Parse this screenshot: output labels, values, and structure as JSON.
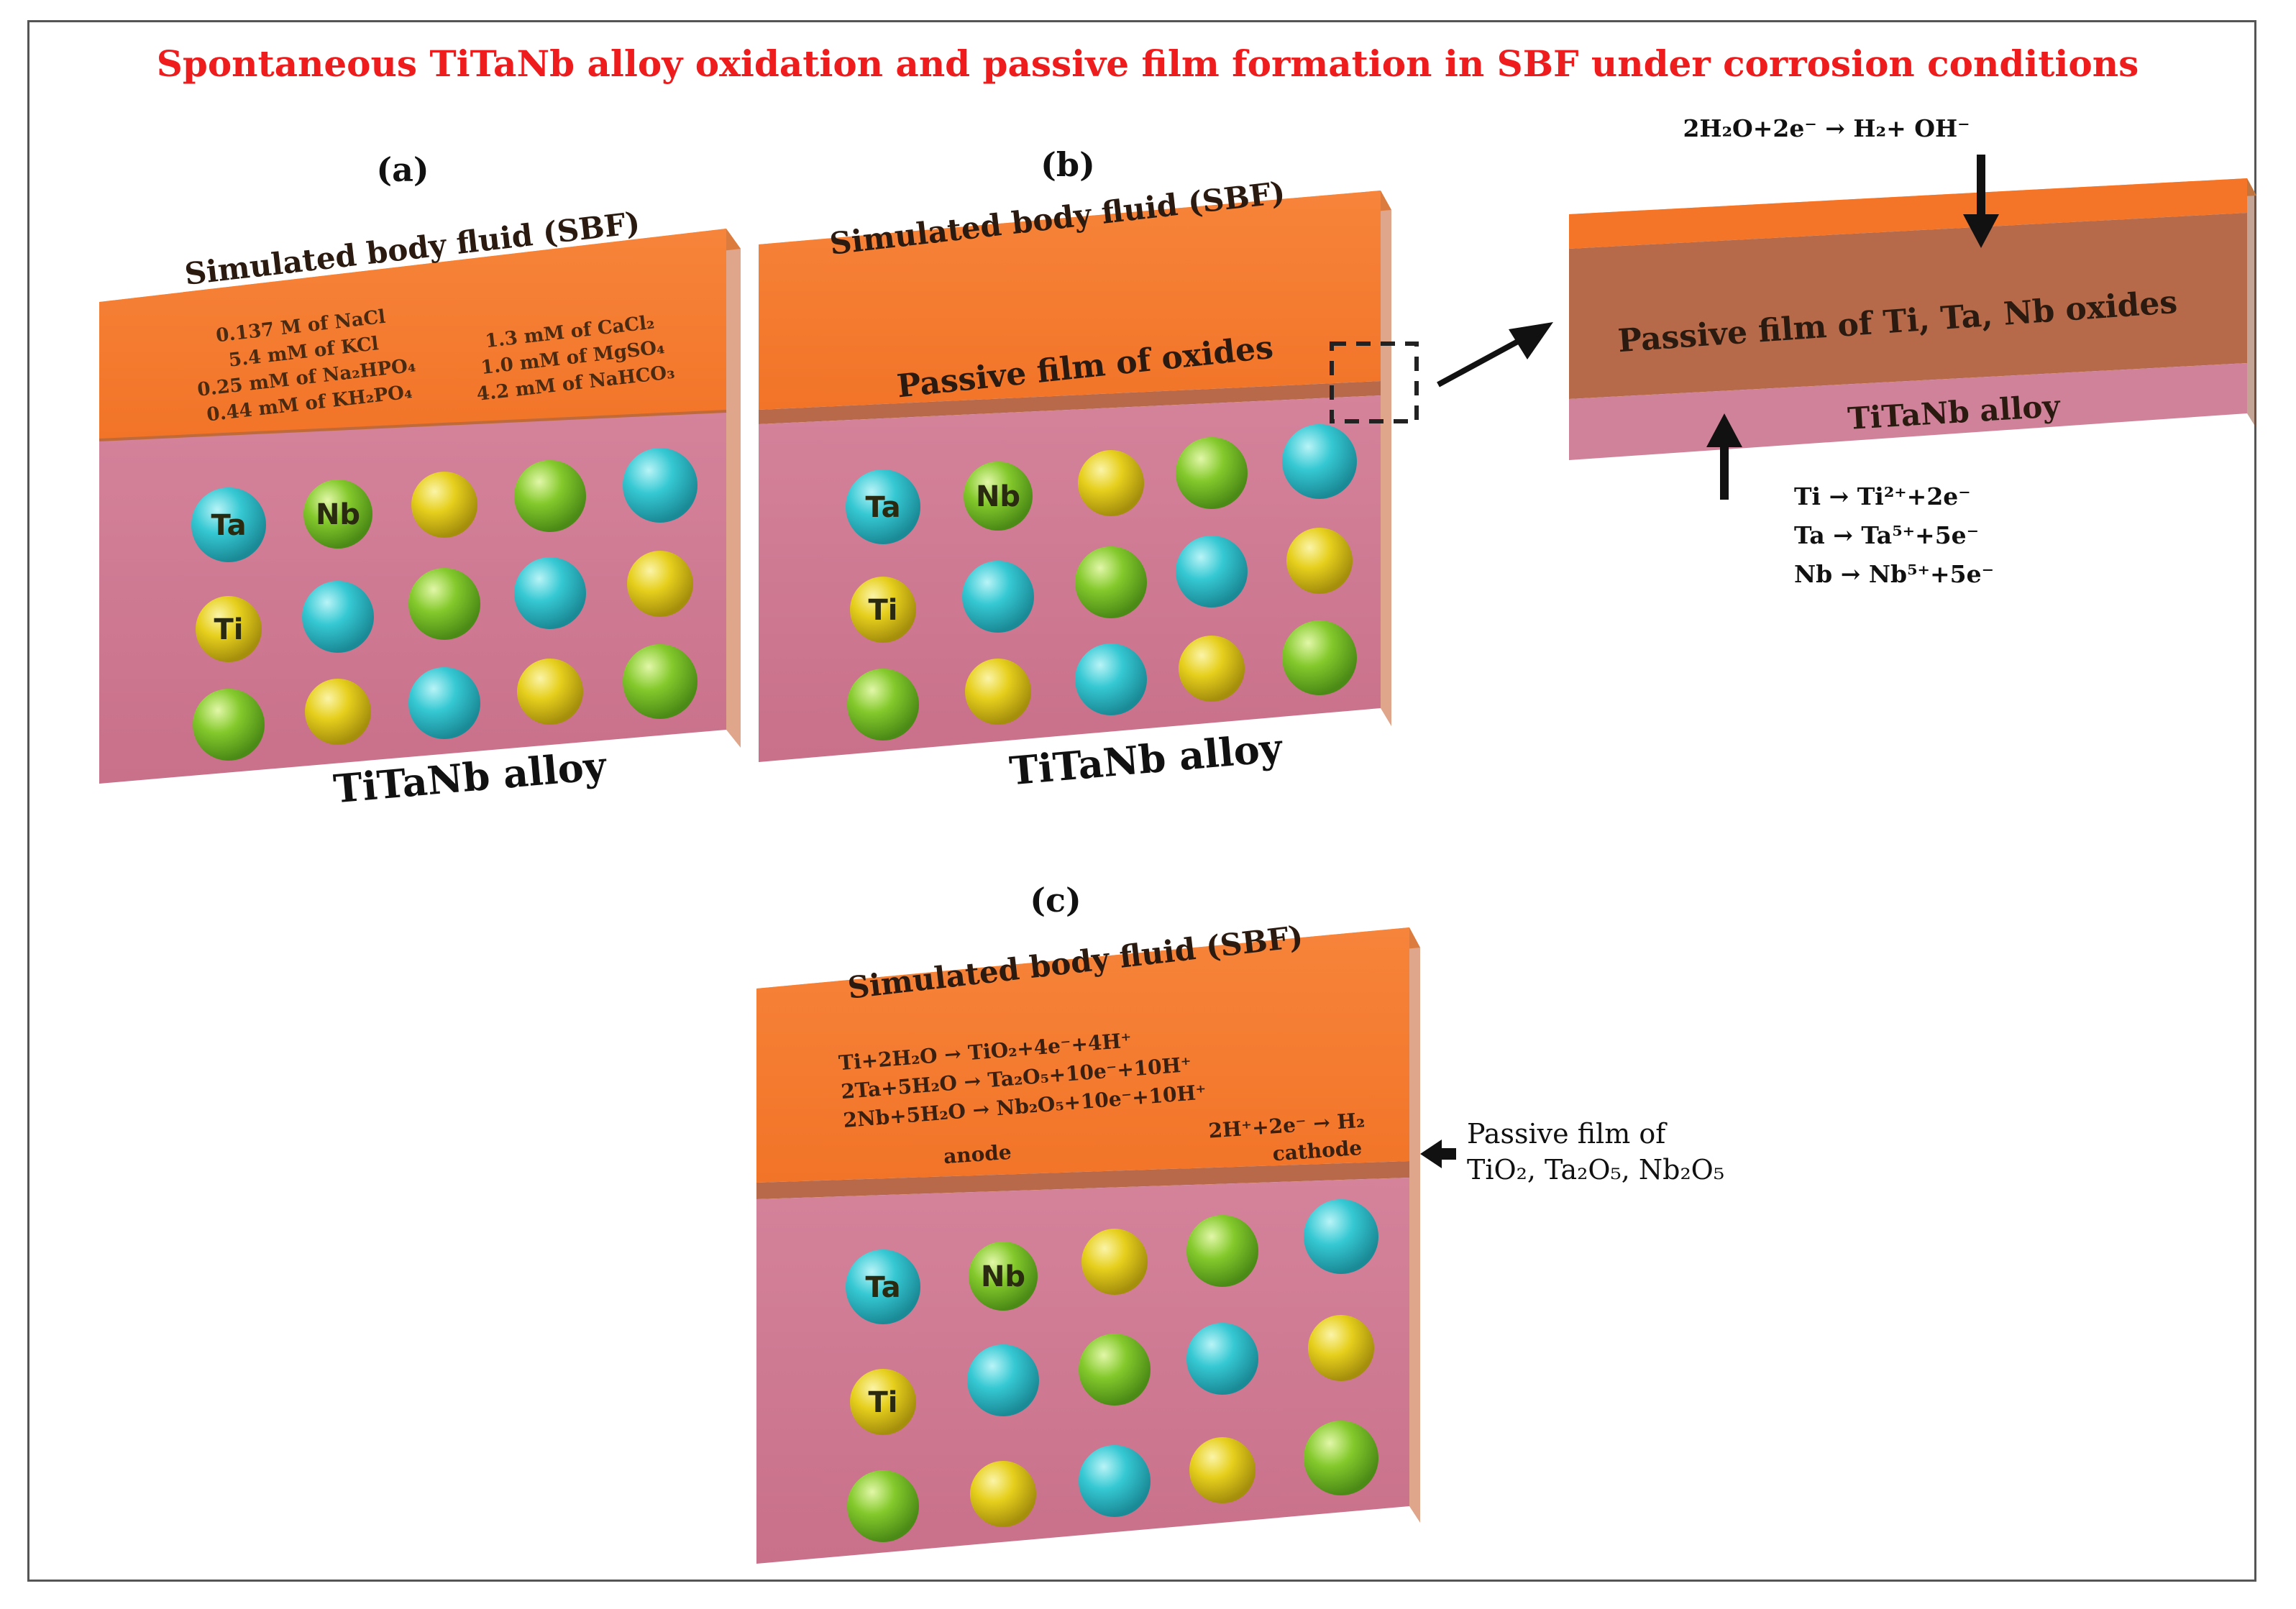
{
  "title": "Spontaneous TiTaNb alloy oxidation and passive film formation in SBF under corrosion conditions",
  "colors": {
    "title": "#ee1c1c",
    "fluid": "#f47a30",
    "fluid_top": "#f99a4a",
    "alloy": "#cf7a92",
    "film": "#b66a4a",
    "ta": "#2fc4cf",
    "nb": "#7cc42a",
    "ti": "#e8d21e"
  },
  "panel_a": {
    "label": "(a)",
    "sbf_label": "Simulated body fluid (SBF)",
    "conc_left": [
      "0.137 M of NaCl",
      "5.4 mM of KCl",
      "0.25 mM of Na₂HPO₄",
      "0.44 mM of KH₂PO₄"
    ],
    "conc_right": [
      "1.3 mM of CaCl₂",
      "1.0 mM of MgSO₄",
      "4.2 mM of NaHCO₃"
    ],
    "alloy_label": "TiTaNb alloy",
    "atoms": {
      "ta": "Ta",
      "nb": "Nb",
      "ti": "Ti"
    }
  },
  "panel_b": {
    "label": "(b)",
    "sbf_label": "Simulated body fluid (SBF)",
    "film_label": "Passive film of oxides",
    "alloy_label": "TiTaNb alloy",
    "atoms": {
      "ta": "Ta",
      "nb": "Nb",
      "ti": "Ti"
    }
  },
  "zoom": {
    "cathode_eq": "2H₂O+2e⁻ → H₂+ OH⁻",
    "film_label": "Passive film of Ti, Ta, Nb oxides",
    "alloy_label": "TiTaNb alloy",
    "anode_eqs": [
      "Ti → Ti²⁺+2e⁻",
      "Ta → Ta⁵⁺+5e⁻",
      "Nb → Nb⁵⁺+5e⁻"
    ]
  },
  "panel_c": {
    "label": "(c)",
    "sbf_label": "Simulated body fluid (SBF)",
    "anode_eqs": [
      "Ti+2H₂O → TiO₂+4e⁻+4H⁺",
      "2Ta+5H₂O → Ta₂O₅+10e⁻+10H⁺",
      "2Nb+5H₂O → Nb₂O₅+10e⁻+10H⁺"
    ],
    "cathode_eq": "2H⁺+2e⁻ → H₂",
    "anode_label": "anode",
    "cathode_label": "cathode",
    "film_note_1": "Passive film of",
    "film_note_2": "TiO₂, Ta₂O₅, Nb₂O₅",
    "atoms": {
      "ta": "Ta",
      "nb": "Nb",
      "ti": "Ti"
    }
  }
}
